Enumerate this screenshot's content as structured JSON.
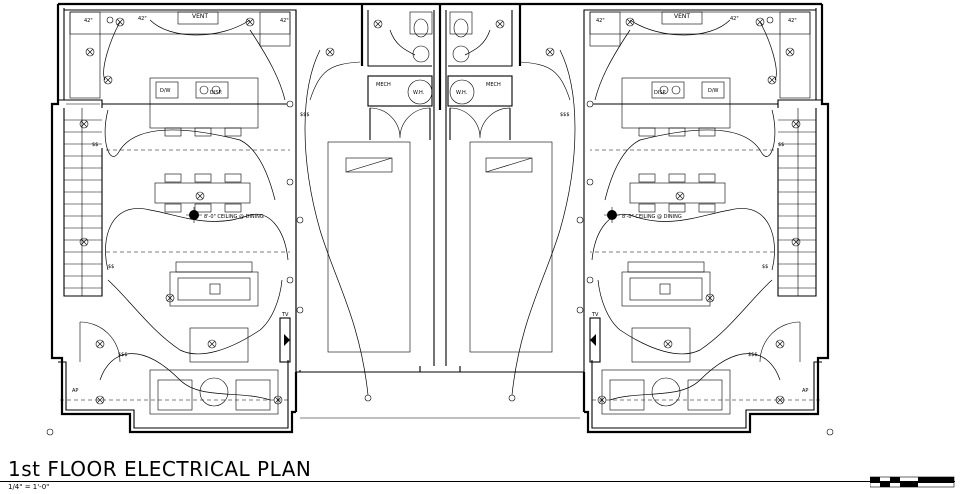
{
  "title": "1st FLOOR ELECTRICAL PLAN",
  "scale": "1/4\" = 1'-0\"",
  "labels": {
    "vent": "VENT",
    "dw": "D/W",
    "disp": "DISP.",
    "mech": "MECH",
    "wh": "W.H.",
    "ceiling_note": "8'-0\" CEILING @ DINING",
    "outlet_42": "42\"",
    "tv": "TV",
    "ap": "AP"
  }
}
